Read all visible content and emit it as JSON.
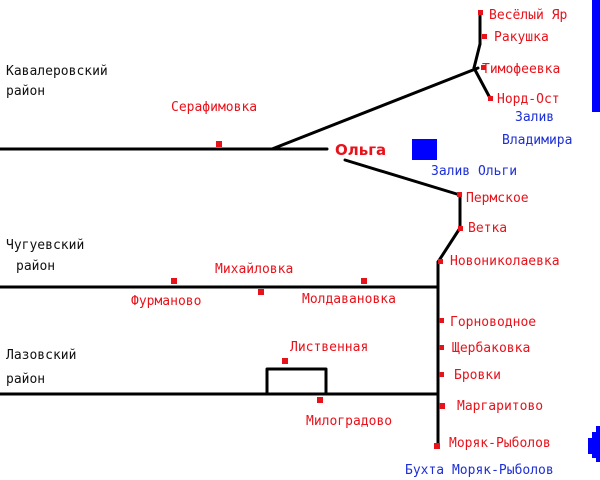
{
  "colors": {
    "settlement": "#e8121b",
    "water": "#0000ff",
    "road": "#000000",
    "district_text": "#111111",
    "water_text": "#1d2fd6"
  },
  "districts": {
    "kavalerovsky": [
      "Кавалеровский",
      "район"
    ],
    "chuguevsky": [
      "Чугуевский",
      "район"
    ],
    "lazovsky": [
      "Лазовский",
      "район"
    ]
  },
  "center": {
    "name": "Ольга"
  },
  "settlements": {
    "vesely_yar": "Весёлый Яр",
    "rakushka": "Ракушка",
    "timofeevka": "Тимофеевка",
    "nord_ost": "Норд-Ост",
    "serafimovka": "Серафимовка",
    "permskoe": "Пермское",
    "vetka": "Ветка",
    "novonikolaevka": "Новониколаевка",
    "mikhaylovka": "Михайловка",
    "furmanovo": "Фурманово",
    "moldavanovka": "Молдавановка",
    "gornovodnoe": "Горноводное",
    "shcherbakovka": "Щербаковка",
    "brovki": "Бровки",
    "margaritovo": "Маргаритово",
    "moryak_rybolov": "Моряк-Рыболов",
    "listvennaya": "Лиственная",
    "milogradovo": "Милоградово"
  },
  "water": {
    "zaliv_vladimira": [
      "Залив",
      "Владимира"
    ],
    "zaliv_olgi": "Залив Ольги",
    "bukhta": "Бухта Моряк-Рыболов"
  }
}
